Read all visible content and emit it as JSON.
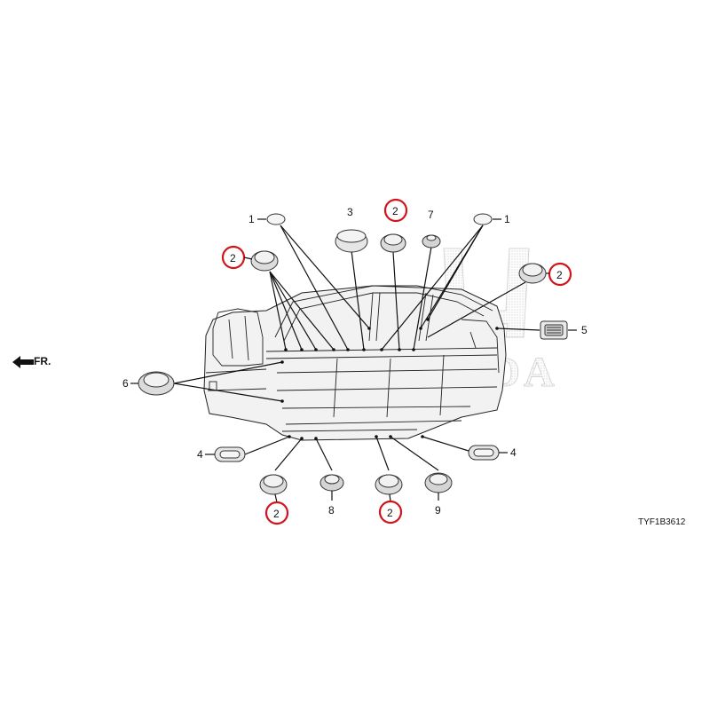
{
  "diagram_code": "TYF1B3612",
  "front_label": "FR.",
  "watermark_text": "HONDA",
  "highlight_color": "#d0141a",
  "callouts": {
    "c1_left": "1",
    "c1_right": "1",
    "c2_top": "2",
    "c2_left": "2",
    "c2_right": "2",
    "c2_bottom_left": "2",
    "c2_bottom_mid": "2",
    "c3": "3",
    "c4_left": "4",
    "c4_right": "4",
    "c5": "5",
    "c6": "6",
    "c7": "7",
    "c8": "8",
    "c9": "9"
  },
  "highlighted_parts": [
    "2"
  ]
}
